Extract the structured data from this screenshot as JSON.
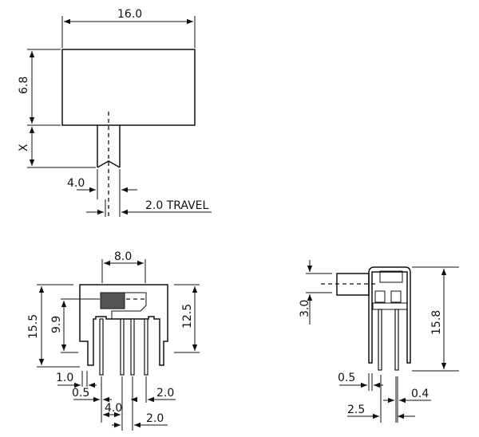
{
  "top_view": {
    "width_dim": "16.0",
    "height_dim": "6.8",
    "stem_dim": "X",
    "stem_width_dim": "4.0",
    "travel_dim": "2.0 TRAVEL"
  },
  "front_view": {
    "actuator_width_dim": "8.0",
    "overall_height_dim": "15.5",
    "actuator_height_dim": "9.9",
    "body_height_dim": "12.5",
    "leg_width_dim": "1.0",
    "leg_gap_dim": "0.5",
    "pin_pitch_left_dim": "4.0",
    "pin_pitch_dim": "2.0",
    "pin_pitch_right_dim": "2.0"
  },
  "side_view": {
    "actuator_dim": "3.0",
    "overall_height_dim": "15.8",
    "leg_gap_dim": "0.5",
    "pin_width_dim": "0.4",
    "pin_pitch_dim": "2.5"
  }
}
